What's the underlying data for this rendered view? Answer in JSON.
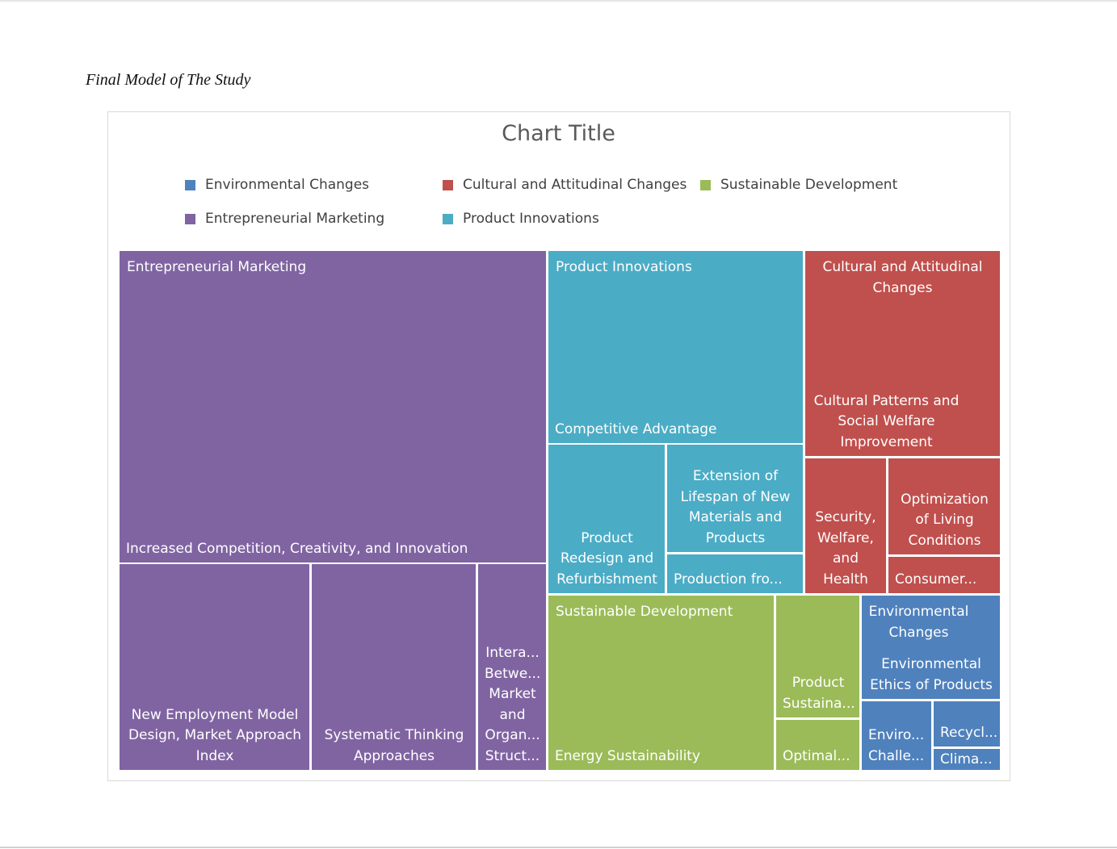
{
  "caption": "Final Model of The Study",
  "chart_data": {
    "type": "treemap",
    "title": "Chart Title",
    "legend_position": "top",
    "legend": [
      {
        "name": "Environmental Changes",
        "color": "#4f81bd"
      },
      {
        "name": "Cultural and Attitudinal Changes",
        "color": "#c0504d"
      },
      {
        "name": "Sustainable Development",
        "color": "#9bbb59"
      },
      {
        "name": "Entrepreneurial Marketing",
        "color": "#8064a2"
      },
      {
        "name": "Product Innovations",
        "color": "#4bacc6"
      }
    ],
    "groups": [
      {
        "name": "Entrepreneurial Marketing",
        "color": "#8064a2",
        "items": [
          "Increased Competition, Creativity, and Innovation",
          "New Employment Model Design, Market Approach Index",
          "Systematic Thinking Approaches",
          "Intera... Betwe... Market and Organ... Struct..."
        ]
      },
      {
        "name": "Product Innovations",
        "color": "#4bacc6",
        "items": [
          "Competitive Advantage",
          "Product Redesign and Refurbishment",
          "Extension of Lifespan of New Materials and Products",
          "Production fro..."
        ]
      },
      {
        "name": "Cultural and Attitudinal Changes",
        "color": "#c0504d",
        "items": [
          "Cultural Patterns and Social Welfare Improvement",
          "Security, Welfare, and Health",
          "Optimization of Living Conditions",
          "Consumer..."
        ]
      },
      {
        "name": "Sustainable Development",
        "color": "#9bbb59",
        "items": [
          "Energy Sustainability",
          "Product Sustaina...",
          "Optimal..."
        ]
      },
      {
        "name": "Environmental Changes",
        "color": "#4f81bd",
        "items": [
          "Environmental Ethics of Products",
          "Enviro... Challe...",
          "Recycl...",
          "Clima..."
        ]
      }
    ]
  }
}
